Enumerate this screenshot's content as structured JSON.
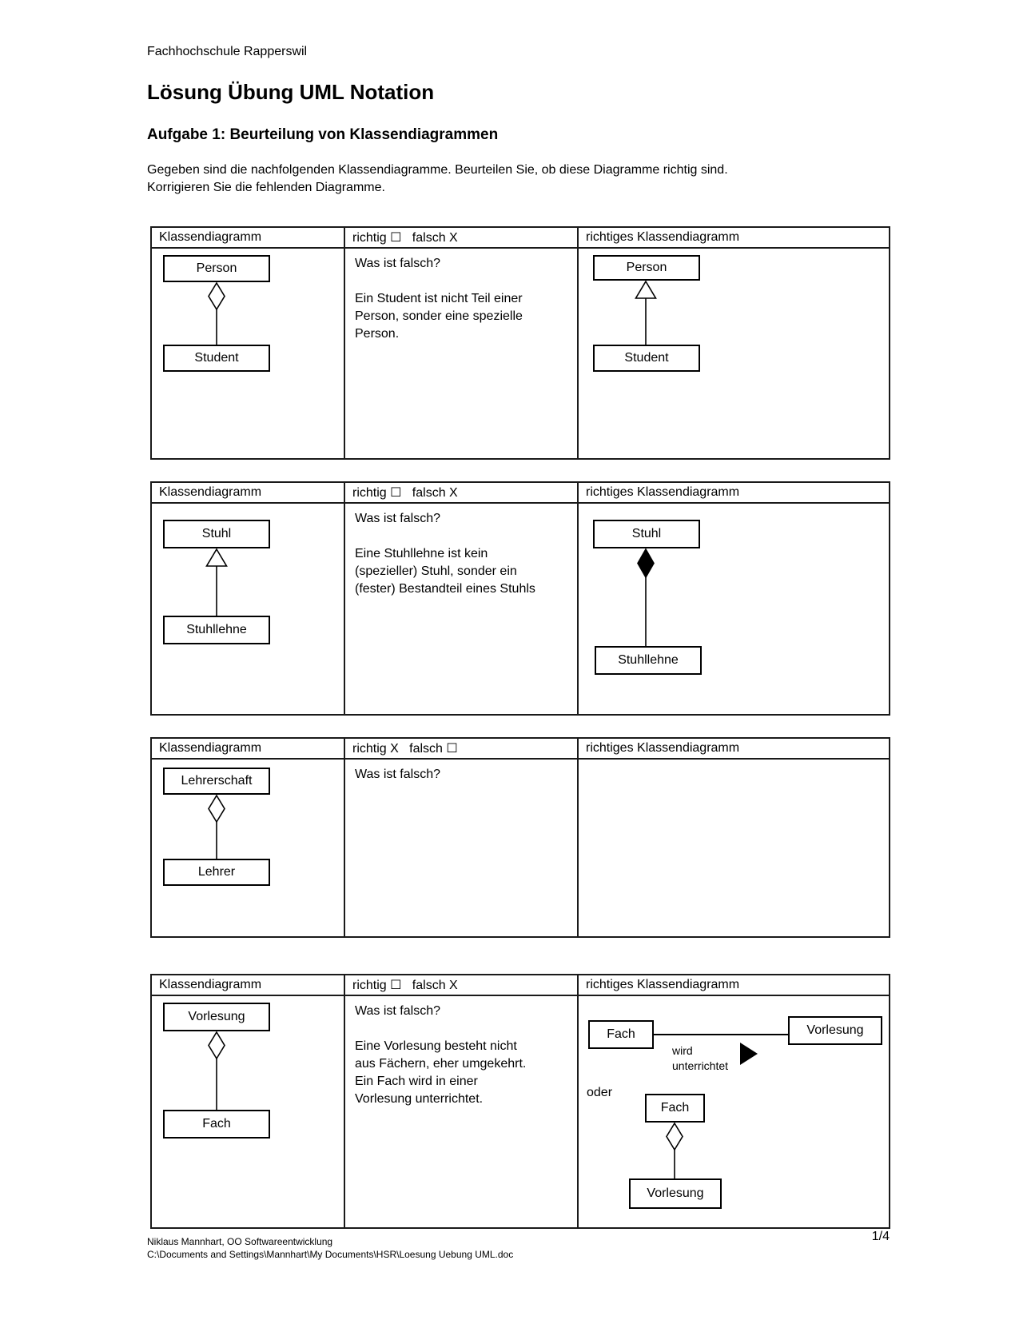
{
  "page": {
    "school": "Fachhochschule Rapperswil",
    "title": "Lösung Übung UML Notation",
    "subtitle": "Aufgabe 1: Beurteilung von Klassendiagrammen",
    "intro_line1": "Gegeben sind die nachfolgenden Klassendiagramme. Beurteilen Sie, ob diese Diagramme richtig sind.",
    "intro_line2": "Korrigieren Sie die fehlenden Diagramme.",
    "footer_line1": "Niklaus Mannhart, OO Softwareentwicklung",
    "footer_line2": "C:\\Documents and Settings\\Mannhart\\My Documents\\HSR\\Loesung Uebung UML.doc",
    "page_number": "1/4"
  },
  "tables": [
    {
      "headers": {
        "klassendiagramm": "Klassendiagramm",
        "verdict": "richtig ☐   falsch X",
        "richtiges": "richtiges Klassendiagramm"
      },
      "left": {
        "top_class": "Person",
        "bottom_class": "Student",
        "connector": "aggregation"
      },
      "middle": {
        "question": "Was ist falsch?",
        "explanation": [
          "Ein Student ist nicht Teil einer",
          "Person, sonder eine spezielle",
          "Person."
        ]
      },
      "right": {
        "top_class": "Person",
        "bottom_class": "Student",
        "connector": "inheritance"
      }
    },
    {
      "headers": {
        "klassendiagramm": "Klassendiagramm",
        "verdict": "richtig ☐   falsch X",
        "richtiges": "richtiges Klassendiagramm"
      },
      "left": {
        "top_class": "Stuhl",
        "bottom_class": "Stuhllehne",
        "connector": "inheritance"
      },
      "middle": {
        "question": "Was ist falsch?",
        "explanation": [
          "Eine Stuhllehne ist kein",
          "(spezieller) Stuhl, sonder ein",
          "(fester) Bestandteil eines Stuhls"
        ]
      },
      "right": {
        "top_class": "Stuhl",
        "bottom_class": "Stuhllehne",
        "connector": "composition"
      }
    },
    {
      "headers": {
        "klassendiagramm": "Klassendiagramm",
        "verdict": "richtig X   falsch ☐",
        "richtiges": "richtiges Klassendiagramm"
      },
      "left": {
        "top_class": "Lehrerschaft",
        "bottom_class": "Lehrer",
        "connector": "aggregation"
      },
      "middle": {
        "question": "Was ist falsch?",
        "explanation": []
      },
      "right": {}
    },
    {
      "headers": {
        "klassendiagramm": "Klassendiagramm",
        "verdict": "richtig ☐   falsch X",
        "richtiges": "richtiges Klassendiagramm"
      },
      "left": {
        "top_class": "Vorlesung",
        "bottom_class": "Fach",
        "connector": "aggregation"
      },
      "middle": {
        "question": "Was ist falsch?",
        "explanation": [
          "Eine Vorlesung besteht nicht",
          "aus Fächern, eher umgekehrt.",
          "Ein Fach wird in einer",
          "Vorlesung unterrichtet."
        ]
      },
      "right": {
        "association": {
          "left_class": "Fach",
          "right_class": "Vorlesung",
          "label_line1": "wird",
          "label_line2": "unterrichtet"
        },
        "oder_label": "oder",
        "aggregation": {
          "top_class": "Fach",
          "bottom_class": "Vorlesung"
        }
      }
    }
  ]
}
